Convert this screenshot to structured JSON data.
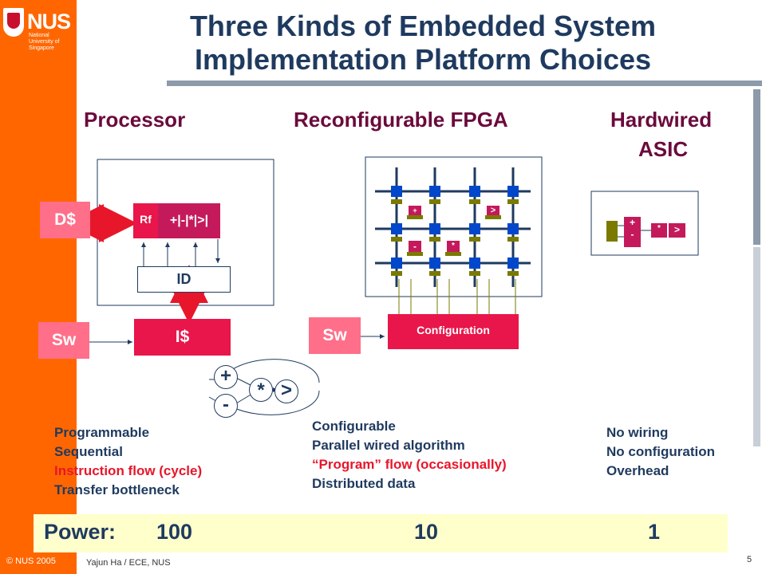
{
  "logo": {
    "name": "NUS",
    "subtitle": "National University of Singapore"
  },
  "title": {
    "line1": "Three Kinds of Embedded System",
    "line2": "Implementation Platform Choices"
  },
  "columns": {
    "processor": "Processor",
    "fpga": "Reconfigurable FPGA",
    "asic_line1": "Hardwired",
    "asic_line2": "ASIC"
  },
  "processor_diagram": {
    "dcache": "D$",
    "rf": "Rf",
    "alu": "+|-|*|>|",
    "id": "ID",
    "sw": "Sw",
    "icache": "I$",
    "ops": {
      "plus": "+",
      "minus": "-",
      "mul": "*",
      "gt": ">"
    }
  },
  "fpga_diagram": {
    "sw": "Sw",
    "configuration": "Configuration",
    "ops": {
      "plus": "+",
      "gt": ">",
      "minus": "-",
      "mul": "*"
    }
  },
  "asic_diagram": {
    "plus": "+",
    "minus": "-",
    "mul": "*",
    "gt": ">"
  },
  "bullets": {
    "processor": [
      "Programmable",
      "Sequential",
      "Instruction flow (cycle)",
      "Transfer bottleneck"
    ],
    "fpga": [
      "Configurable",
      "Parallel wired algorithm",
      "“Program” flow (occasionally)",
      "Distributed data"
    ],
    "asic": [
      "No wiring",
      "No configuration",
      "Overhead"
    ]
  },
  "power": {
    "label": "Power:",
    "processor": "100",
    "fpga": "10",
    "asic": "1"
  },
  "footer": {
    "copyright": "© NUS 2005",
    "author": "Yajun Ha / ECE, NUS",
    "page": "5"
  },
  "colors": {
    "orange": "#ff6600",
    "navy": "#1f3a5f",
    "wine": "#6b0a3c",
    "highlight": "#e8162a",
    "power_bg": "#ffffcc"
  }
}
